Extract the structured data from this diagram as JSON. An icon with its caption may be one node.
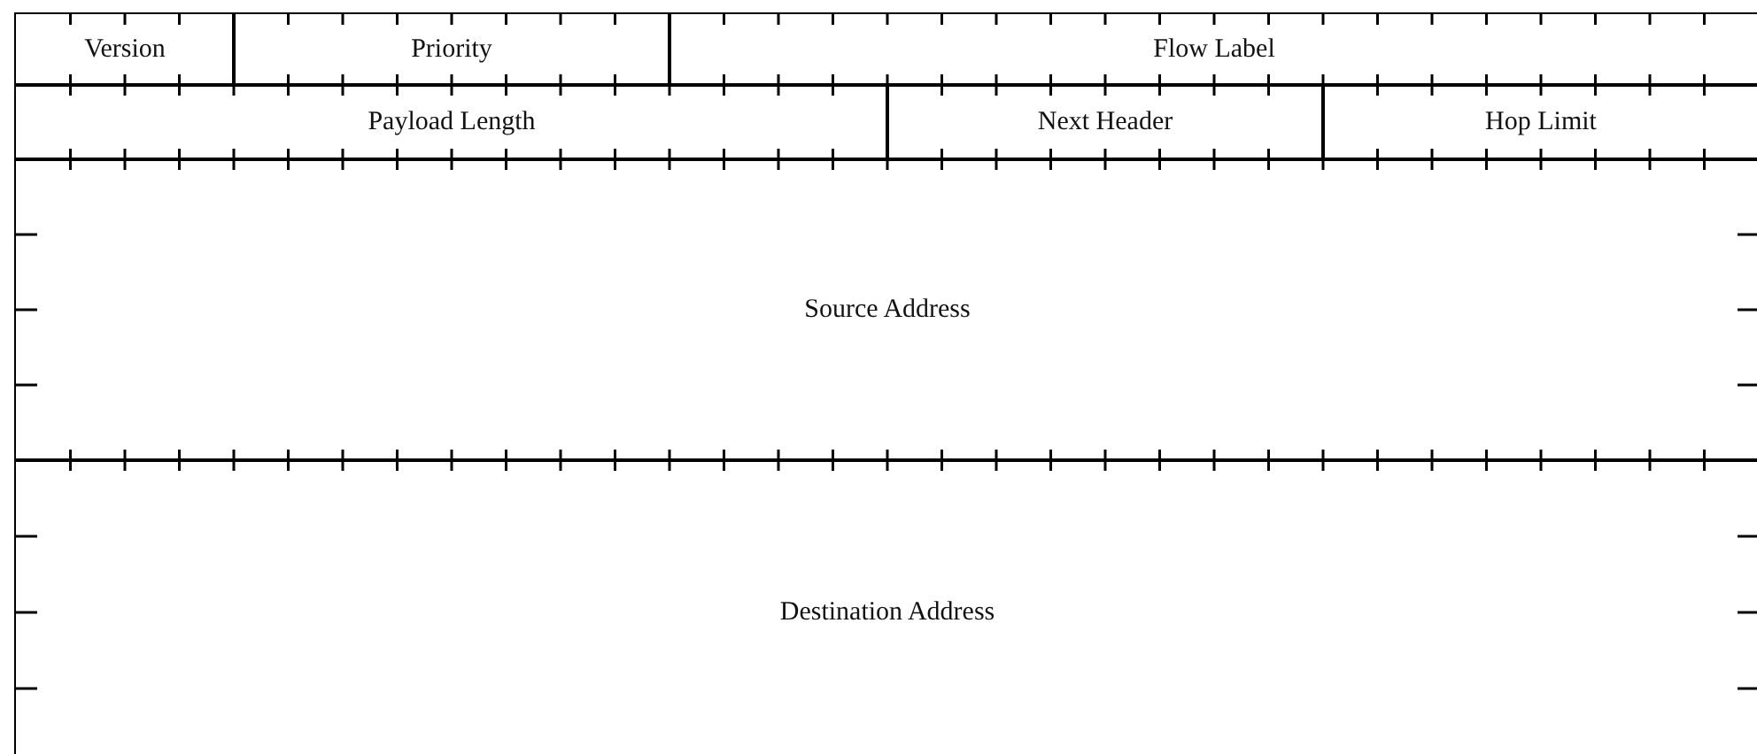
{
  "diagram": {
    "nodes": [
      {
        "text": [
          "Version"
        ]
      },
      {
        "text": [
          "Priority"
        ]
      },
      {
        "text": [
          "Flow Label"
        ]
      },
      {
        "text": [
          "Payload Length"
        ]
      },
      {
        "text": [
          "Next Header"
        ]
      },
      {
        "text": [
          "Hop Limit"
        ]
      },
      {
        "text": [
          "Source Address"
        ]
      },
      {
        "text": [
          "Destination Address"
        ]
      }
    ]
  }
}
